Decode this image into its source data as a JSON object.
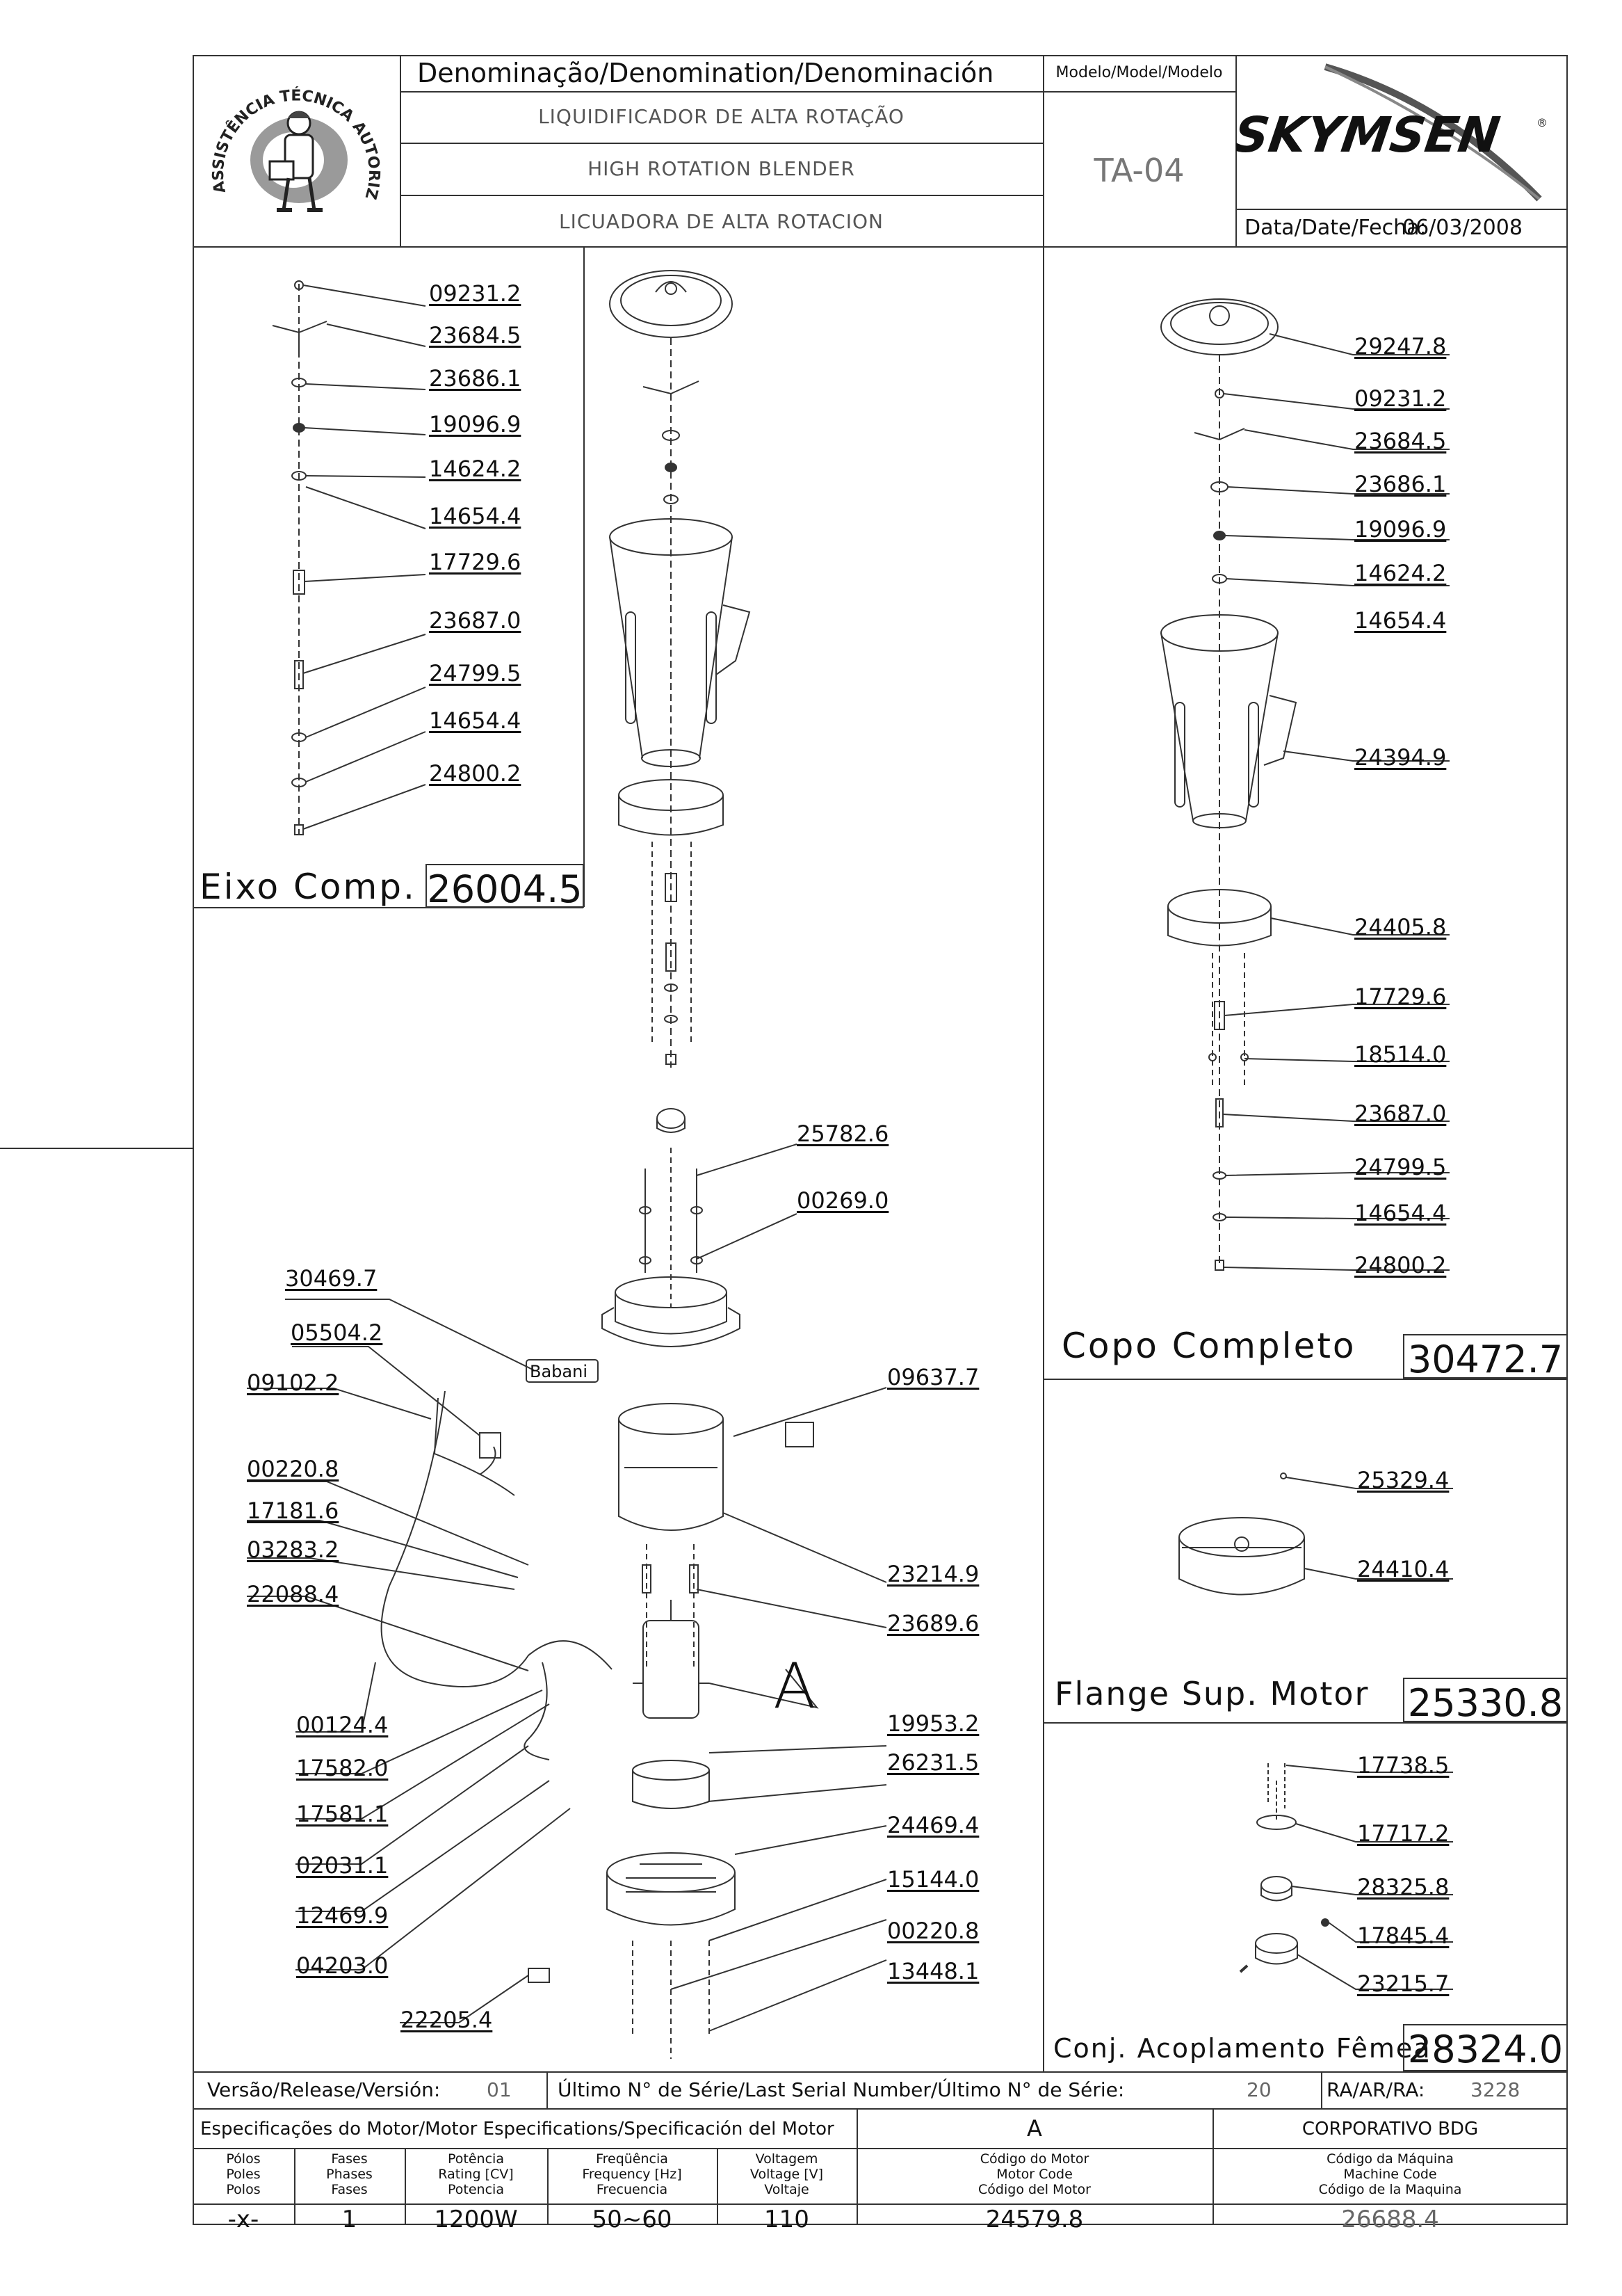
{
  "header": {
    "denomination_label": "Denominação/Denomination/Denominación",
    "name_pt": "LIQUIDIFICADOR DE ALTA ROTAÇÃO",
    "name_en": "HIGH ROTATION BLENDER",
    "name_es": "LICUADORA DE ALTA ROTACION",
    "model_label": "Modelo/Model/Modelo",
    "model": "TA-04",
    "brand": "SKYMSEN",
    "date_label": "Data/Date/Fecha:",
    "date": "06/03/2008",
    "seal_text": "ASSISTÊNCIA TÉCNICA AUTORIZADA"
  },
  "sections": {
    "eixo": {
      "title": "Eixo Comp.",
      "code": "26004.5",
      "labels": [
        "09231.2",
        "23684.5",
        "23686.1",
        "19096.9",
        "14624.2",
        "14654.4",
        "17729.6",
        "23687.0",
        "24799.5",
        "14654.4",
        "24800.2"
      ]
    },
    "copo": {
      "title": "Copo Completo",
      "code": "30472.7",
      "labels": [
        "29247.8",
        "09231.2",
        "23684.5",
        "23686.1",
        "19096.9",
        "14624.2",
        "14654.4",
        "24394.9",
        "24405.8",
        "17729.6",
        "18514.0",
        "23687.0",
        "24799.5",
        "14654.4",
        "24800.2"
      ]
    },
    "flange": {
      "title": "Flange Sup. Motor",
      "code": "25330.8",
      "labels": [
        "25329.4",
        "24410.4"
      ]
    },
    "acoplamento": {
      "title": "Conj. Acoplamento Fêmea",
      "code": "28324.0",
      "labels": [
        "17738.5",
        "17717.2",
        "28325.8",
        "17845.4",
        "23215.7"
      ]
    },
    "main": {
      "right_labels": [
        "25782.6",
        "00269.0",
        "09637.7",
        "23214.9",
        "23689.6",
        "19953.2",
        "26231.5",
        "24469.4",
        "15144.0",
        "00220.8",
        "13448.1"
      ],
      "left_labels": [
        "30469.7",
        "05504.2",
        "09102.2",
        "00220.8",
        "17181.6",
        "03283.2",
        "22088.4",
        "00124.4",
        "17582.0",
        "17581.1",
        "02031.1",
        "12469.9",
        "04203.0",
        "22205.4"
      ],
      "motor_callout": "A",
      "sticker_text": "Babani"
    }
  },
  "footer": {
    "release_label": "Versão/Release/Versión:",
    "release": "01",
    "serial_label": "Último N° de Série/Last Serial Number/Último N° de Série:",
    "serial": "20",
    "ra_label": "RA/AR/RA:",
    "ra": "3228",
    "motor_spec_label": "Especificações do Motor/Motor Especifications/Specificación del Motor",
    "motor_ref": "A",
    "corporate": "CORPORATIVO BDG",
    "columns": [
      {
        "header": "Pólos\nPoles\nPolos",
        "value": "-x-"
      },
      {
        "header": "Fases\nPhases\nFases",
        "value": "1"
      },
      {
        "header": "Potência\nRating [CV]\nPotencia",
        "value": "1200W"
      },
      {
        "header": "Freqüência\nFrequency [Hz]\nFrecuencia",
        "value": "50~60"
      },
      {
        "header": "Voltagem\nVoltage [V]\nVoltaje",
        "value": "110"
      },
      {
        "header": "Código do Motor\nMotor Code\nCódigo del Motor",
        "value": "24579.8"
      },
      {
        "header": "Código da Máquina\nMachine Code\nCódigo de la Maquina",
        "value": "26688.4"
      }
    ]
  },
  "colors": {
    "line": "#333333",
    "muted": "#777777"
  }
}
